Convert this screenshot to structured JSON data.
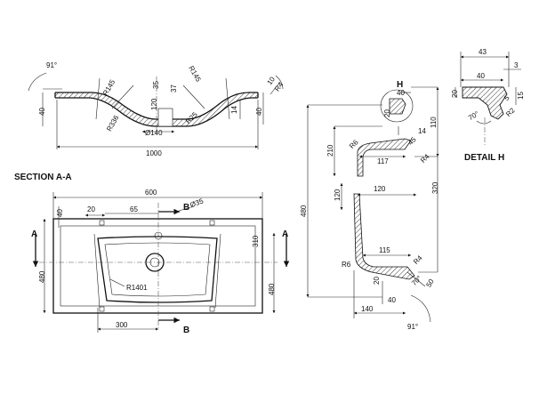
{
  "labels": {
    "section_aa": "SECTION A-A",
    "detail_h": "DETAIL H",
    "a_left": "A",
    "a_right": "A",
    "b_top": "B",
    "b_bottom": "B",
    "h_callout": "H"
  },
  "top_view": {
    "angle": "91°",
    "r145_left": "R145",
    "r145_right": "R145",
    "d35": "35",
    "d37": "37",
    "d120": "120",
    "d14": "14",
    "d40_left": "40",
    "d40_right": "40",
    "r336": "R336",
    "r25": "R25",
    "d140": "Ø140",
    "d10": "10",
    "r4": "R4",
    "width_1000": "1000"
  },
  "section_aa": {
    "d600": "600",
    "d40": "40",
    "d20": "20",
    "d65": "65",
    "d35": "Ø35",
    "d310": "310",
    "d480_left": "480",
    "d480_right": "480",
    "r1401": "R1401",
    "d300": "300"
  },
  "section_bb": {
    "d40": "40",
    "d20": "20",
    "d110": "110",
    "d14": "14",
    "r6_top": "R6",
    "d210": "210",
    "d45": "45",
    "d117": "117",
    "r4_top": "R4",
    "d480": "480",
    "d320": "320",
    "d120_left": "120",
    "d120_top": "120",
    "d115": "115",
    "r6_bottom": "R6",
    "r4_bottom": "R4",
    "d20_bottom": "20",
    "angle_70": "70°",
    "d50": "50",
    "d40_bottom": "40",
    "d140": "140",
    "angle_91": "91°"
  },
  "detail_h": {
    "d43": "43",
    "d3": "3",
    "d40": "40",
    "d20": "20",
    "d5": "5",
    "d15": "15",
    "angle_70": "70°",
    "r2": "R2"
  }
}
